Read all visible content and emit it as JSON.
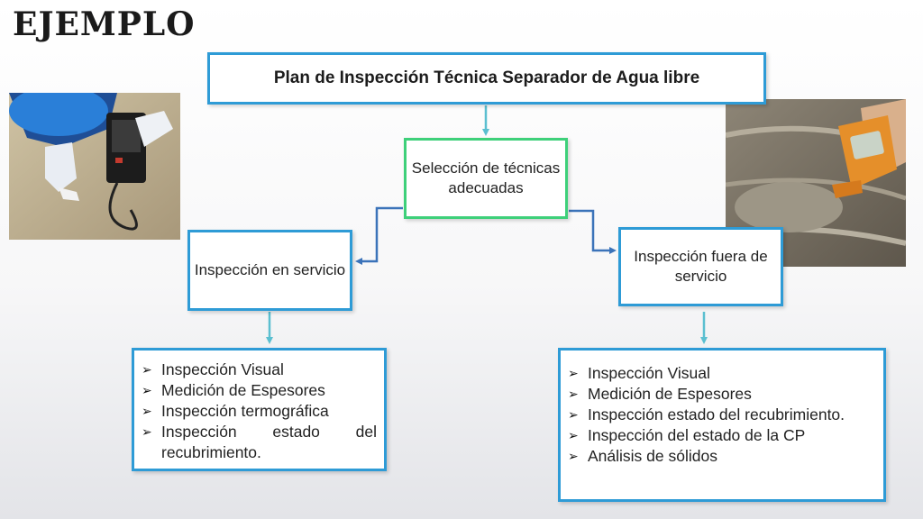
{
  "heading": "EJEMPLO",
  "title": "Plan de Inspección Técnica Separador de Agua libre",
  "selection": "Selección de técnicas adecuadas",
  "in_service": "Inspección en servicio",
  "out_of_service": "Inspección fuera de servicio",
  "left_list": [
    "Inspección Visual",
    "Medición de Espesores",
    "Inspección termográfica",
    "Inspección estado del recubrimiento."
  ],
  "right_list": [
    "Inspección Visual",
    "Medición de Espesores",
    "Inspección estado del recubrimiento.",
    "Inspección del estado de la CP",
    "Análisis de sólidos"
  ],
  "colors": {
    "box_border": "#2e9bd6",
    "selection_border": "#3ed07a",
    "arrow_teal": "#5bbfd0",
    "arrow_blue": "#3b73b9"
  }
}
